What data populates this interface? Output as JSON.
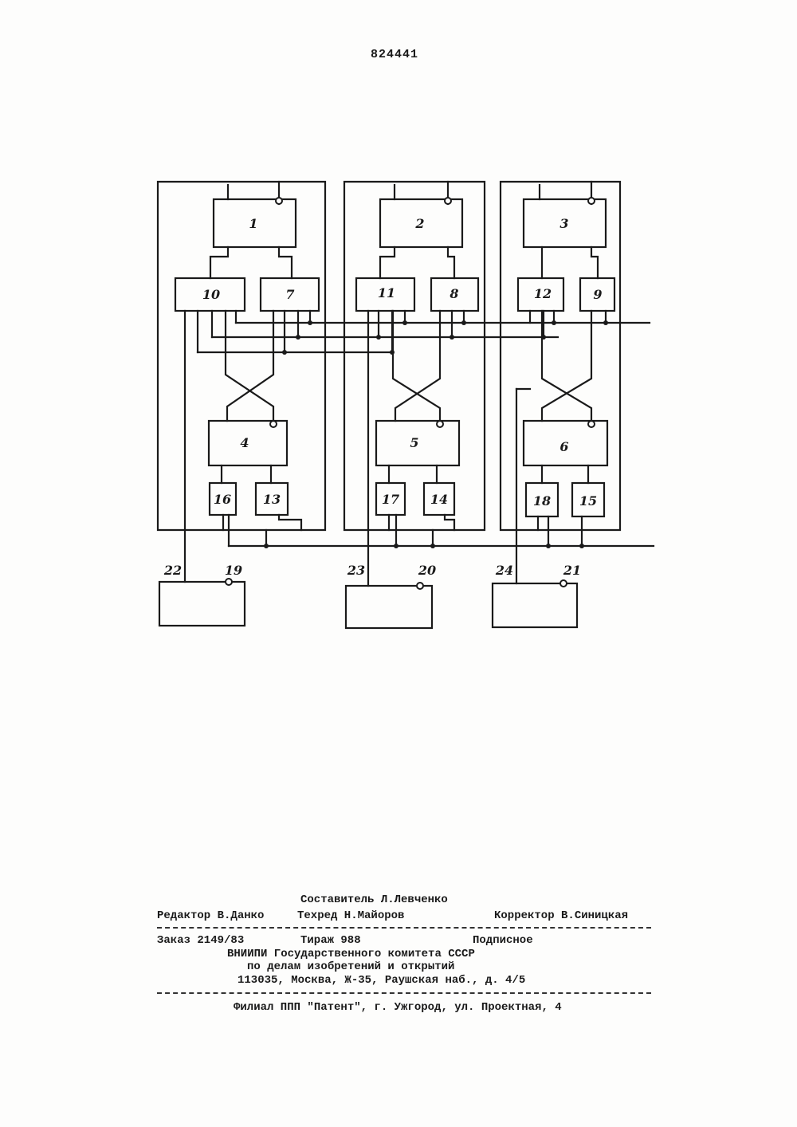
{
  "header": {
    "patent_number": "824441"
  },
  "diagram": {
    "blocks": [
      "1",
      "2",
      "3",
      "4",
      "5",
      "6",
      "7",
      "8",
      "9",
      "10",
      "11",
      "12",
      "13",
      "14",
      "15",
      "16",
      "17",
      "18"
    ],
    "terminals": [
      "19",
      "20",
      "21",
      "22",
      "23",
      "24"
    ]
  },
  "footer": {
    "composer": "Составитель Л.Левченко",
    "editor": "Редактор В.Данко",
    "techred": "Техред Н.Майоров",
    "corrector": "Корректор В.Синицкая",
    "order": "Заказ 2149/83",
    "circulation": "Тираж 988",
    "subscription": "Подписное",
    "org_line1": "ВНИИПИ Государственного комитета СССР",
    "org_line2": "по делам изобретений и открытий",
    "org_address": "113035, Москва, Ж-35, Раушская наб., д. 4/5",
    "branch": "Филиал ППП \"Патент\", г. Ужгород, ул. Проектная, 4"
  }
}
